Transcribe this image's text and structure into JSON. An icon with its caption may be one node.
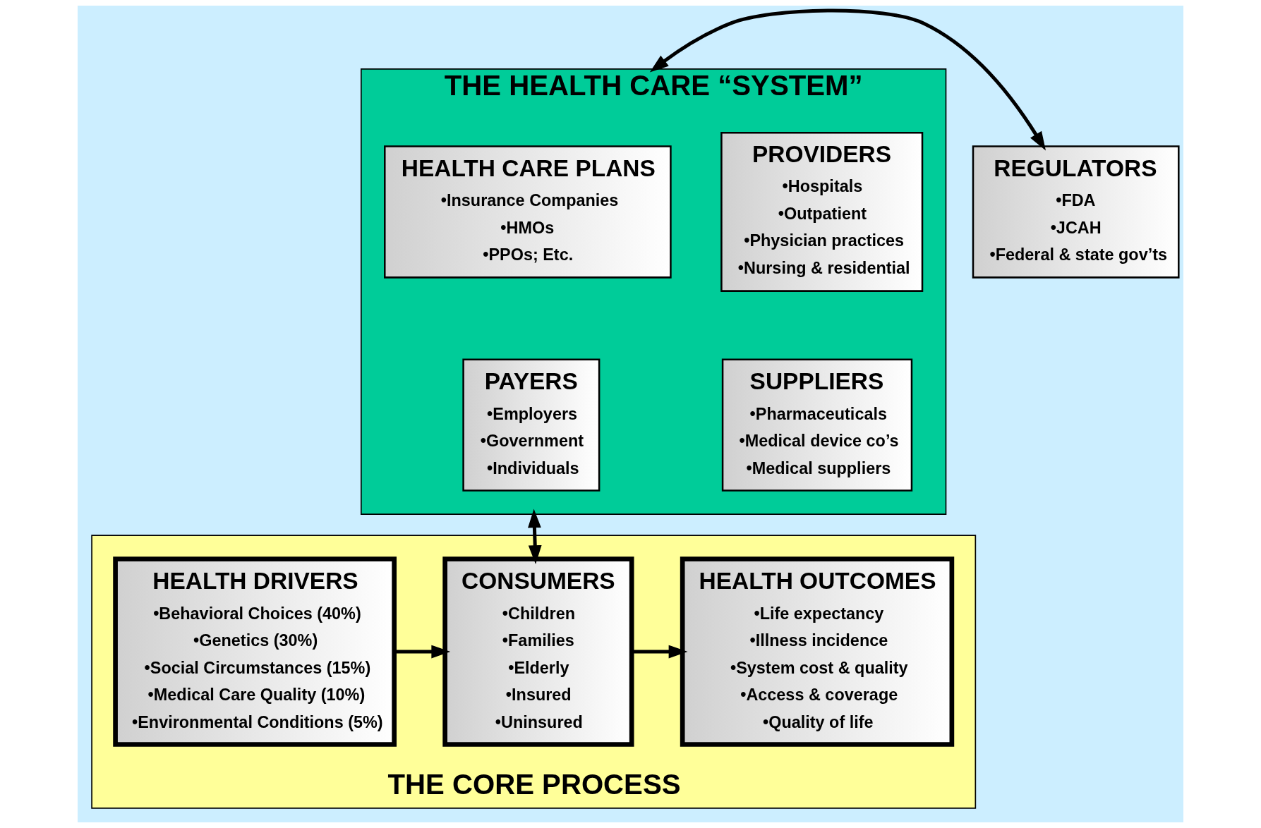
{
  "diagram": {
    "nodes": [
      {
        "text": [
          "THE HEALTH CARE “SYSTEM”"
        ]
      },
      {
        "text": [
          "HEALTH CARE PLANS",
          "•Insurance Companies",
          "•HMOs",
          "•PPOs; Etc."
        ],
        "in": 0
      },
      {
        "text": [
          "PROVIDERS",
          "•Hospitals",
          "•Outpatient",
          "•Physician practices",
          "•Nursing & residential"
        ],
        "in": 0
      },
      {
        "text": [
          "PAYERS",
          "•Employers",
          "•Government",
          "•Individuals"
        ],
        "in": 0
      },
      {
        "text": [
          "SUPPLIERS",
          "•Pharmaceuticals",
          "•Medical device co’s",
          "•Medical suppliers"
        ],
        "in": 0
      },
      {
        "text": [
          "REGULATORS",
          "•FDA",
          "•JCAH",
          "•Federal & state gov’ts"
        ]
      },
      {
        "text": [
          "THE CORE PROCESS"
        ]
      },
      {
        "text": [
          "HEALTH DRIVERS",
          "•Behavioral Choices (40%)",
          "•Genetics (30%)",
          "•Social Circumstances (15%)",
          "•Medical Care Quality (10%)",
          "•Environmental Conditions (5%)"
        ],
        "in": 6
      },
      {
        "text": [
          "CONSUMERS",
          "•Children",
          "•Families",
          "•Elderly",
          "•Insured",
          "•Uninsured"
        ],
        "in": 6
      },
      {
        "text": [
          "HEALTH OUTCOMES",
          "•Life expectancy",
          "•Illness incidence",
          "•System cost & quality",
          "•Access & coverage",
          "•Quality of life"
        ],
        "in": 6
      }
    ],
    "edges": [
      {
        "from": 5,
        "to": 0,
        "arrow": "both"
      },
      {
        "from": 0,
        "to": 8,
        "arrow": "both"
      },
      {
        "from": 7,
        "to": 8,
        "arrow": "to"
      },
      {
        "from": 8,
        "to": 9,
        "arrow": "to"
      }
    ]
  }
}
